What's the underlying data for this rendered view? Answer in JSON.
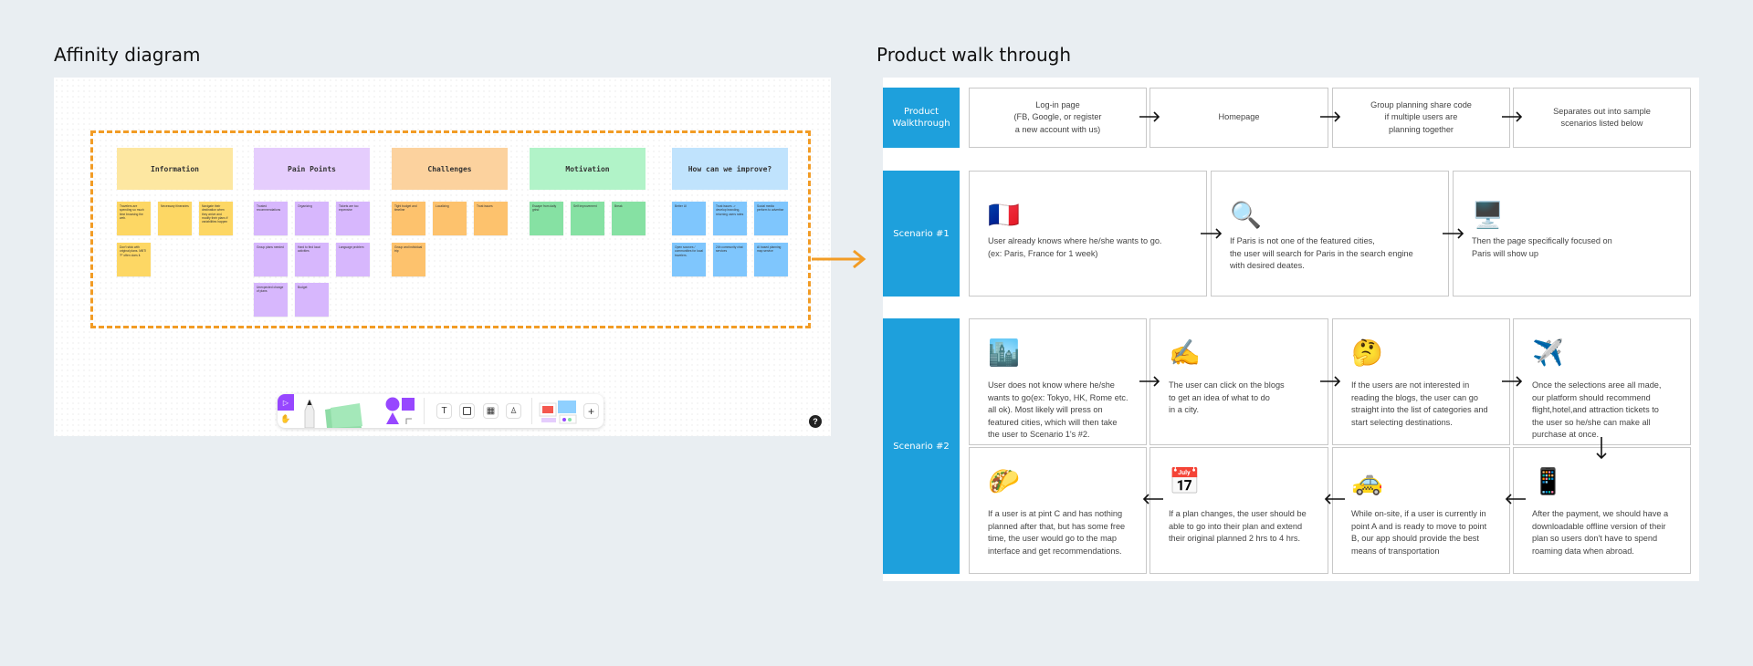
{
  "affinity": {
    "title": "Affinity diagram",
    "groups": [
      {
        "title": "Information",
        "header_color": "#fde7a1",
        "sticky_color": "#fdd764",
        "notes": [
          "Travelers are spending so much time browsing the web.",
          "Necessary itineraries",
          "Navigate their destination when they arrive and modify their plans if variabilities happen",
          "Don't stick with original plans. MBTI 'P' often does it."
        ]
      },
      {
        "title": "Pain Points",
        "header_color": "#e5cdfd",
        "sticky_color": "#d7b7fd",
        "notes": [
          "Trusted recommendations",
          "Organizing",
          "Tickets are too expensive",
          "Group plans needed",
          "Hard to find local activities",
          "Language problem",
          "Unexpected change of plans",
          "Budget"
        ]
      },
      {
        "title": "Challenges",
        "header_color": "#fcd29e",
        "sticky_color": "#fdc26d",
        "notes": [
          "Tight budget and timeline",
          "Localizing",
          "Trust issues",
          "Group and individual trip"
        ]
      },
      {
        "title": "Motivation",
        "header_color": "#b1f3c8",
        "sticky_color": "#86e1a3",
        "notes": [
          "Escape from daily grind",
          "Self improvement",
          "Break"
        ]
      },
      {
        "title": "How can we improve?",
        "header_color": "#c0e3fd",
        "sticky_color": "#7fc6fd",
        "notes": [
          "Better UI",
          "Trust issues -> develop branding, returning users rates",
          "Social media perform to advertise",
          "Open sources / communities for local travelers.",
          "24h community chat services",
          "AI based planning map service"
        ]
      }
    ],
    "toolbar": {
      "text_tool": "T",
      "add": "+",
      "help": "?"
    },
    "accent": "#f29c25"
  },
  "walkthrough": {
    "title": "Product walk through",
    "accent": "#1ea0dc",
    "rows": [
      {
        "label": "Product\nWalkthrough",
        "steps": [
          {
            "text": "Log-in page\n(FB, Google, or register\na new account with us)"
          },
          {
            "text": "Homepage"
          },
          {
            "text": "Group planning share code\nif multiple users are\nplanning together"
          },
          {
            "text": "Separates out into sample\nscenarios listed below"
          }
        ]
      },
      {
        "label": "Scenario #1",
        "steps": [
          {
            "icon": "🇫🇷",
            "icon_name": "france-flag-icon",
            "text": "User already knows where he/she wants to go.\n(ex: Paris, France for 1 week)"
          },
          {
            "icon": "🔍",
            "icon_name": "magnifier-icon",
            "text": "If Paris is not one of the featured cities,\nthe user will search for Paris in the search engine\nwith desired deates."
          },
          {
            "icon": "🖥️",
            "icon_name": "monitor-icon",
            "text": "Then the page specifically focused on\nParis will show up"
          }
        ]
      },
      {
        "label": "Scenario #2",
        "steps": [
          {
            "icon": "🏙️",
            "icon_name": "cityscape-icon",
            "text": "User does not know where he/she\nwants to go(ex: Tokyo, HK, Rome etc.\nall ok). Most likely will press on\nfeatured cities, which will then take\nthe user to Scenario 1's #2."
          },
          {
            "icon": "✍️",
            "icon_name": "writing-hand-icon",
            "text": "The user can click on the blogs\nto get an idea of what to do\nin a city."
          },
          {
            "icon": "🤔",
            "icon_name": "thinking-face-icon",
            "text": "If the users are not interested in\nreading the blogs, the user can go\nstraight into the list of categories and\nstart selecting destinations."
          },
          {
            "icon": "✈️",
            "icon_name": "airplane-icon",
            "text": "Once the selections aree all made,\nour platform should recommend\nflight,hotel,and attraction tickets to\nthe user so he/she can make all\npurchase at once."
          },
          {
            "icon": "📱",
            "icon_name": "phone-icon",
            "text": "After the payment, we should have a\ndownloadable offline version of their\nplan so users don't have to spend\nroaming data when abroad."
          },
          {
            "icon": "🚕",
            "icon_name": "taxi-icon",
            "text": "While on-site, if a user is currently in\npoint A and is ready to move to point\nB, our app should provide the best\nmeans of transportation"
          },
          {
            "icon": "📅",
            "icon_name": "calendar-icon",
            "text": "If a plan changes, the user should be\nable to go into their plan and extend\ntheir original planned 2 hrs to 4 hrs."
          },
          {
            "icon": "🌮",
            "icon_name": "taco-icon",
            "text": "If a user is at pint C and has nothing\nplanned after that, but has some free\ntime, the user would go to the map\ninterface and get recommendations."
          }
        ]
      }
    ]
  }
}
